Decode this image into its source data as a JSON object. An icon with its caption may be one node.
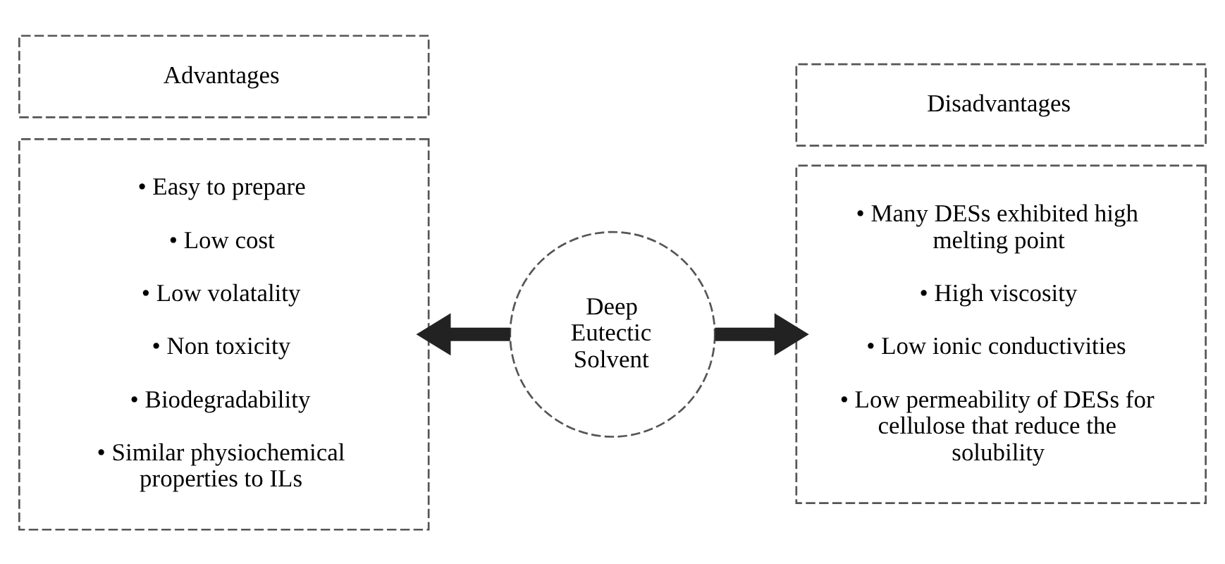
{
  "diagram": {
    "nodes": [
      {
        "text": [
          "Advantages"
        ]
      },
      {
        "text": [
          "• Easy to prepare",
          "• Low cost",
          "• Low volatality",
          "• Non toxicity",
          "• Biodegradability",
          "• Similar physiochemical properties to ILs"
        ]
      },
      {
        "text": [
          "Deep Eutectic Solvent"
        ]
      },
      {
        "text": [
          "Disadvantages"
        ]
      },
      {
        "text": [
          "• Many DESs exhibited high melting point",
          "• High viscosity",
          "• Low ionic conductivities",
          "• Low permeability of DESs for cellulose that reduce the solubility"
        ]
      }
    ],
    "edges": [
      {
        "from": 2,
        "to": 1,
        "arrow": "to"
      },
      {
        "from": 2,
        "to": 4,
        "arrow": "to"
      }
    ]
  }
}
